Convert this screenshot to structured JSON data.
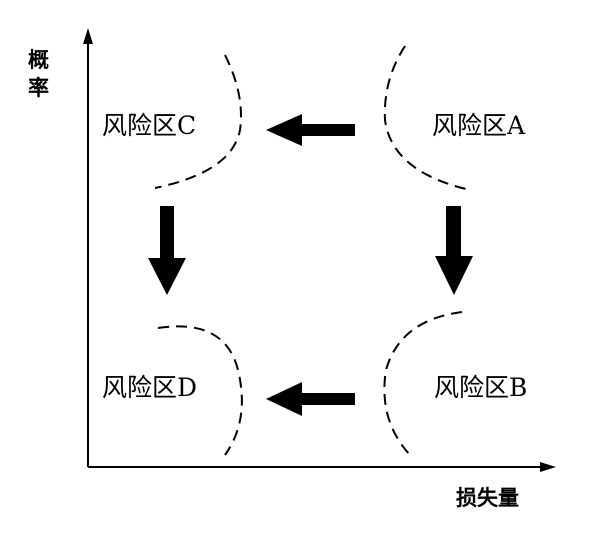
{
  "axes": {
    "y_label_line1": "概",
    "y_label_line2": "率",
    "x_label": "损失量"
  },
  "zones": {
    "a": "风险区A",
    "b": "风险区B",
    "c": "风险区C",
    "d": "风险区D"
  }
}
